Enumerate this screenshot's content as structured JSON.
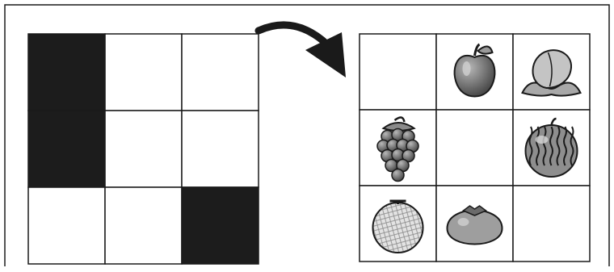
{
  "title": "",
  "left_grid": {
    "rows": 3,
    "cols": 3,
    "filled_cells": [
      [
        0,
        0
      ],
      [
        1,
        0
      ],
      [
        2,
        2
      ]
    ],
    "fill_color": "#1c1c1c"
  },
  "arrow": {
    "icon": "curved-arrow-icon",
    "direction": "left-to-right"
  },
  "right_grid": {
    "rows": 3,
    "cols": 3,
    "cells": [
      [
        "",
        "apple",
        "peach"
      ],
      [
        "grapes",
        "",
        "watermelon"
      ],
      [
        "melon",
        "persimmon",
        ""
      ]
    ]
  }
}
